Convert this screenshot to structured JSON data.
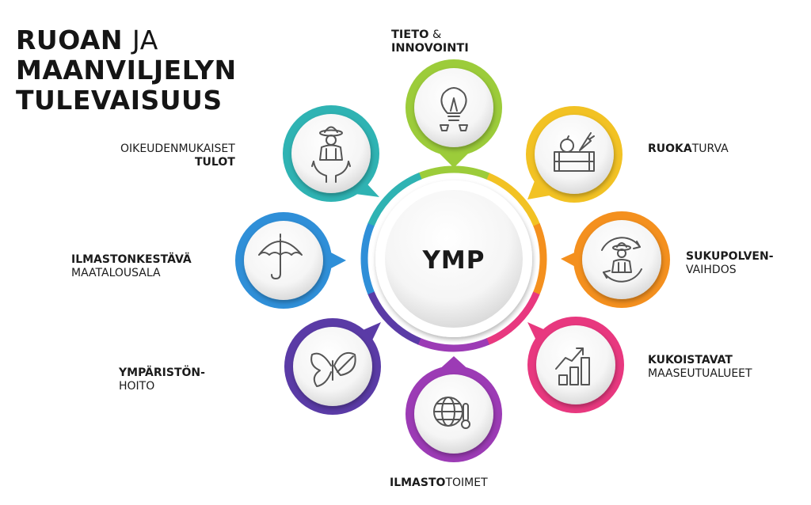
{
  "title": {
    "line1_bold": "RUOAN",
    "line1_light": "JA",
    "line2": "MAANVILJELYN",
    "line3": "TULEVAISUUS"
  },
  "center": {
    "label": "YMP"
  },
  "colors": {
    "tieto": "#9ccc3a",
    "ruokaturva": "#f2c224",
    "sukupolvenvaihdos": "#f4901e",
    "kukoistavat": "#e8387f",
    "ilmastotoimet": "#9c3bb5",
    "ymparisto": "#5a3ba6",
    "ilmasto": "#2f8fd8",
    "oikeudenmukaiset": "#2fb3b3"
  },
  "nodes": {
    "tieto": {
      "bold": "TIETO",
      "regular": "&",
      "bold2": "INNOVOINTI",
      "icon": "lightbulb-icon"
    },
    "ruokaturva": {
      "bold": "RUOKA",
      "regular": "TURVA",
      "icon": "produce-crate-icon"
    },
    "sukupolvenvaihdos": {
      "bold": "SUKUPOLVEN-",
      "regular": "VAIHDOS",
      "icon": "farmer-cycle-icon"
    },
    "kukoistavat": {
      "bold": "KUKOISTAVAT",
      "regular": "MAASEUTUALUEET",
      "icon": "growth-chart-icon"
    },
    "ilmastotoimet": {
      "bold": "ILMASTO",
      "regular": "TOIMET",
      "icon": "globe-thermometer-icon"
    },
    "ymparisto": {
      "bold": "YMPÄRISTÖN-",
      "regular": "HOITO",
      "icon": "butterfly-leaf-icon"
    },
    "ilmasto": {
      "bold": "ILMASTONKESTÄVÄ",
      "regular": "MAATALOUSALA",
      "icon": "umbrella-icon"
    },
    "oikeudenmukaiset": {
      "regular": "OIKEUDENMUKAISET",
      "bold": "TULOT",
      "icon": "farmer-hands-icon"
    }
  }
}
